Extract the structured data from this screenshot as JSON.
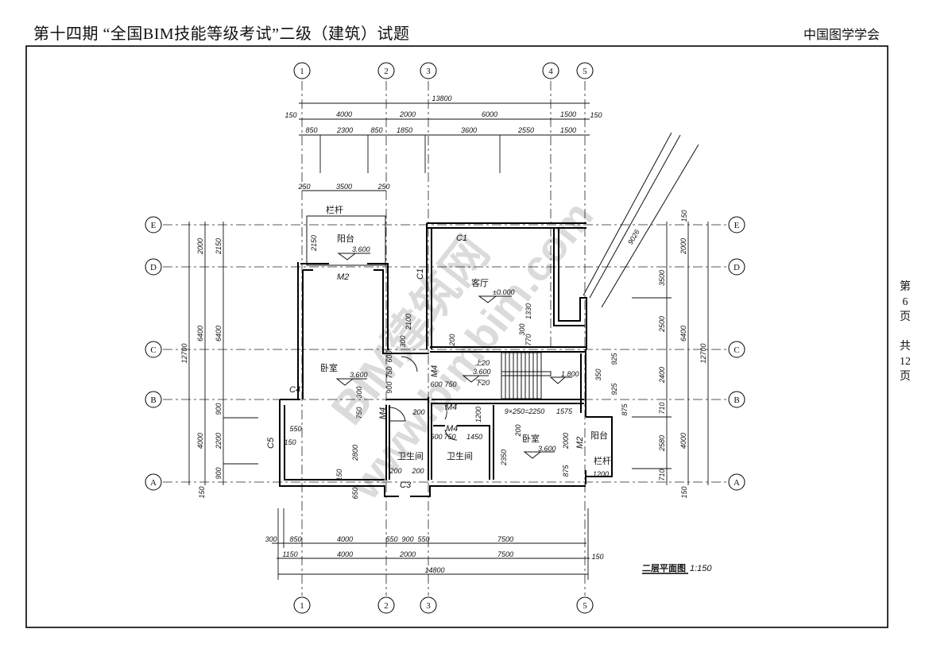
{
  "header": {
    "title": "第十四期 “全国BIM技能等级考试”二级（建筑）试题",
    "org": "中国图学学会"
  },
  "page_info": {
    "di": "第",
    "page": "6",
    "ye": "页",
    "gong": "共",
    "total": "12",
    "ye2": "页"
  },
  "drawing": {
    "title": "二层平面图",
    "scale": "1:150",
    "axes_x": [
      "1",
      "2",
      "3",
      "4",
      "5"
    ],
    "axes_y": [
      "E",
      "D",
      "C",
      "B",
      "A"
    ],
    "top_dims": {
      "overall": "13800",
      "row1": [
        "150",
        "4000",
        "2000",
        "6000",
        "1500",
        "150"
      ],
      "row2": [
        "850",
        "2300",
        "850",
        "1850",
        "3600",
        "2550",
        "1500"
      ],
      "row3": [
        "250",
        "3500",
        "250"
      ]
    },
    "left_dims": {
      "overall": "12700",
      "outer": [
        "2000",
        "6400",
        "4000",
        "150"
      ],
      "inner": [
        "2150",
        "6400",
        "900",
        "2200",
        "900"
      ]
    },
    "right_dims": {
      "overall": "12700",
      "axis": [
        "150",
        "2000",
        "6400",
        "4000",
        "150"
      ],
      "detail": [
        "3500",
        "2500",
        "2400",
        "710",
        "2580",
        "710"
      ],
      "stair": [
        "925",
        "350",
        "925",
        "875"
      ]
    },
    "bottom_dims": {
      "row1": [
        "300",
        "850",
        "4000",
        "550",
        "900",
        "550",
        "7500"
      ],
      "row2": [
        "1150",
        "4000",
        "2000",
        "7500",
        "150"
      ],
      "overall": "14800"
    },
    "rooms": {
      "balcony_top": "阳台",
      "railing_top": "栏杆",
      "balcony_top_elev": "3.600",
      "living": "客厅",
      "living_elev": "±0.000",
      "bedroom_left": "卧室",
      "bedroom_left_elev": "3.600",
      "stair_up": "上20",
      "stair_elev": "3.600",
      "stair_down": "下20",
      "landing_elev": "1.800",
      "bath1": "卫生间",
      "bath2": "卫生间",
      "bedroom_right": "卧室",
      "bedroom_right_elev": "3.600",
      "balcony_right": "阳台",
      "railing_right": "栏杆"
    },
    "openings": {
      "m2_top": "M2",
      "c1_top": "C1",
      "c1_side": "C1",
      "m4_a": "M4",
      "m4_b": "M4",
      "m4_c": "M4",
      "m4_d": "M4",
      "c3": "C3",
      "c4": "C4",
      "c5": "C5",
      "m2_right": "M2"
    },
    "interior_dims": {
      "balcony_depth": "2150",
      "d2100": "2100",
      "d300a": "300",
      "d200a": "200",
      "d1330": "1330",
      "d300b": "300",
      "d770": "770",
      "d600a": "600",
      "d750a": "750",
      "d900a": "900",
      "d600b": "600",
      "d750b": "750",
      "d300c": "300",
      "d750c": "750",
      "d200b": "200",
      "d1200a": "1200",
      "stairs": "9×250=2250",
      "d1575": "1575",
      "d600c": "600",
      "d750d": "750",
      "d1450": "1450",
      "d200c": "200",
      "d2000": "2000",
      "d2350": "2350",
      "d875": "875",
      "d1200b": "1200",
      "d2800": "2800",
      "d150a": "150",
      "d650": "650",
      "d200d": "200",
      "d200e": "200",
      "d550": "550",
      "d150b": "150",
      "ramp": "9026"
    }
  },
  "watermark": {
    "line1": "BIM建筑网",
    "line2": "www.bimbim.com"
  }
}
